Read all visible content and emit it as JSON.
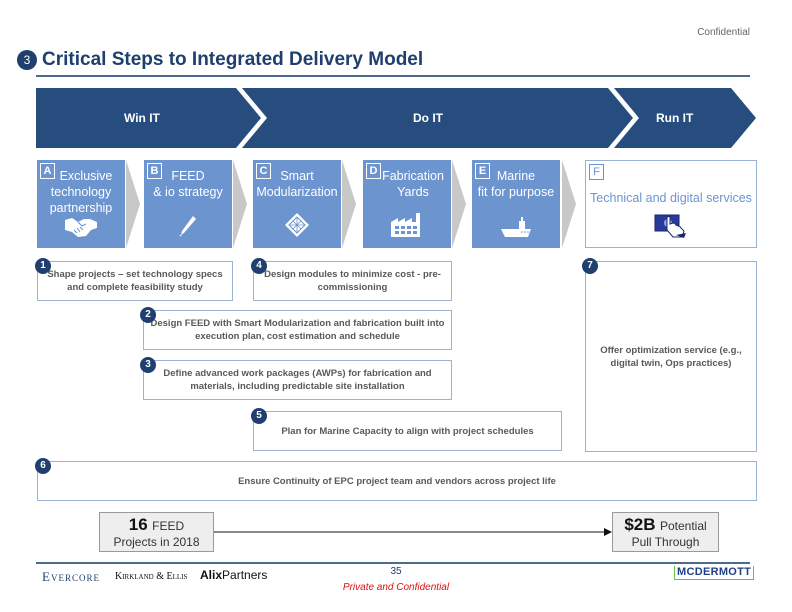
{
  "header": {
    "confidential_label": "Confidential",
    "section_number": "3",
    "title": "Critical Steps to Integrated Delivery Model"
  },
  "phases": [
    {
      "label": "Win IT"
    },
    {
      "label": "Do IT"
    },
    {
      "label": "Run IT"
    }
  ],
  "steps": [
    {
      "letter": "A",
      "title_line1": "Exclusive",
      "title_line2": "technology",
      "title_line3": "partnership",
      "icon": "handshake-icon"
    },
    {
      "letter": "B",
      "title_line1": "FEED",
      "title_line2": "& io strategy",
      "title_line3": "",
      "icon": "pen-icon"
    },
    {
      "letter": "C",
      "title_line1": "Smart",
      "title_line2": "Modularization",
      "title_line3": "",
      "icon": "module-diamond-icon"
    },
    {
      "letter": "D",
      "title_line1": "Fabrication",
      "title_line2": "Yards",
      "title_line3": "",
      "icon": "factory-icon"
    },
    {
      "letter": "E",
      "title_line1": "Marine",
      "title_line2": "fit for purpose",
      "title_line3": "",
      "icon": "ship-icon"
    },
    {
      "letter": "F",
      "title_line1": "Technical and  digital services",
      "title_line2": "",
      "title_line3": "",
      "icon": "touchscreen-hand-icon"
    }
  ],
  "actions": [
    {
      "number": "1",
      "text": "Shape projects – set technology specs and complete feasibility study"
    },
    {
      "number": "2",
      "text": "Design FEED with Smart Modularization and fabrication built into execution plan, cost estimation and schedule"
    },
    {
      "number": "3",
      "text": "Define advanced work packages (AWPs) for fabrication and materials, including predictable site installation"
    },
    {
      "number": "4",
      "text": "Design modules to minimize cost - pre-commissioning"
    },
    {
      "number": "5",
      "text": "Plan for Marine Capacity to align with project schedules"
    },
    {
      "number": "6",
      "text": "Ensure Continuity of EPC project team and vendors across project life"
    },
    {
      "number": "7",
      "text": "Offer optimization service (e.g., digital twin, Ops practices)"
    }
  ],
  "kpis": {
    "left": {
      "big": "16",
      "small": "FEED",
      "line2": "Projects in 2018"
    },
    "right": {
      "big": "$2B",
      "small": "Potential",
      "line2": "Pull Through"
    }
  },
  "footer": {
    "evercore": "Evercore",
    "kirkland": "Kirkland & Ellis",
    "alix_bold": "Alix",
    "alix_rest": "Partners",
    "page_number": "35",
    "private_label": "Private and Confidential",
    "mcdermott": "MCDERMOTT"
  },
  "colors": {
    "navy": "#1f3f6e",
    "step_blue": "#6c94cf",
    "box_border": "#9ab3d3",
    "private_red": "#dd1111",
    "mcd_green": "#6cbf3a"
  }
}
